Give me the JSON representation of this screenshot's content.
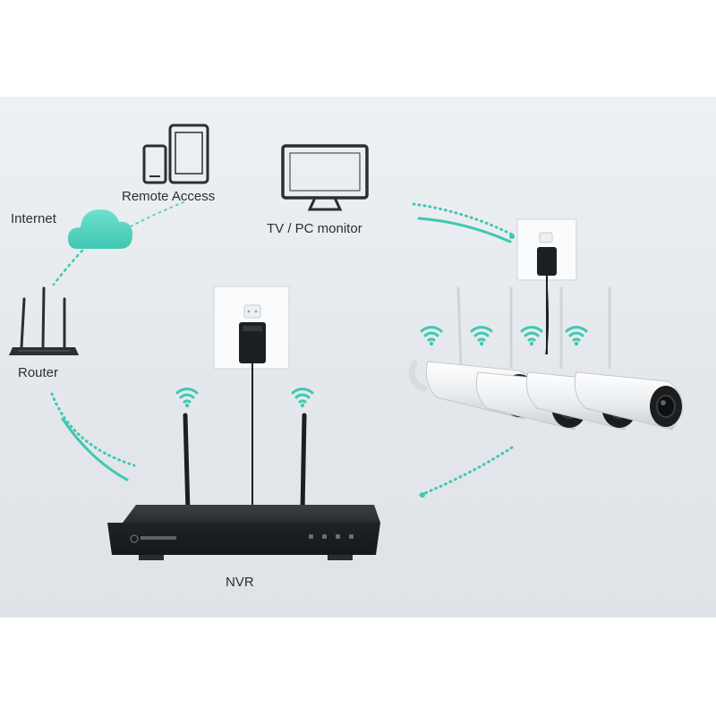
{
  "labels": {
    "internet": "Internet",
    "remote_access": "Remote Access",
    "tv_pc_monitor": "TV / PC monitor",
    "router": "Router",
    "nvr": "NVR"
  },
  "icons": [
    "cloud-icon",
    "phone-icon",
    "tablet-icon",
    "monitor-icon",
    "router-icon",
    "nvr-icon",
    "power-socket-icon",
    "wifi-signal-icon",
    "camera-icon"
  ],
  "camera_count": 4,
  "colors": {
    "accent_teal": "#3fc8b2",
    "background": "#e6eaee",
    "device_dark": "#26292c",
    "label_text": "#2b2f33"
  }
}
